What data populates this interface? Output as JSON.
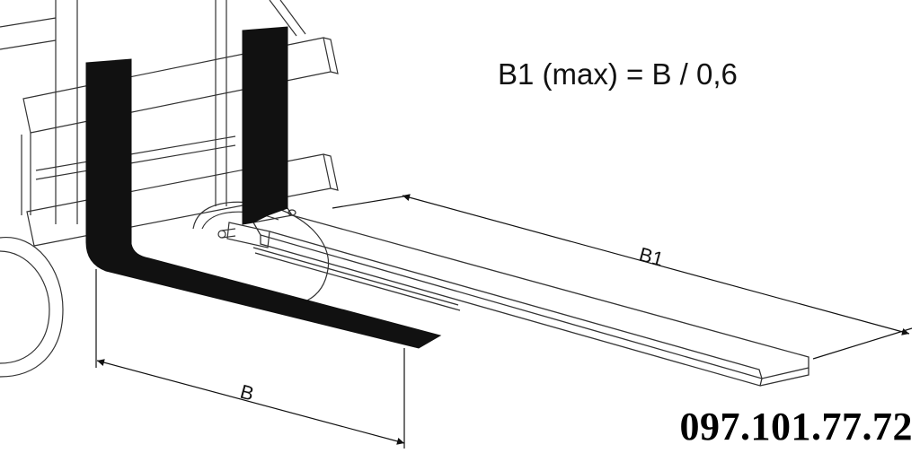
{
  "formula": "B1 (max) = B / 0,6",
  "dimension_b1": "B1",
  "dimension_b": "B",
  "phone": "097.101.77.72",
  "colors": {
    "line": "#333333",
    "fork_fill": "#111111",
    "background": "#ffffff"
  },
  "icons": {
    "fork_short": "black-fork-silhouette",
    "fork_long": "outlined-extended-fork",
    "carriage": "forklift-carriage-lineart",
    "arrow": "dimension-arrow"
  }
}
